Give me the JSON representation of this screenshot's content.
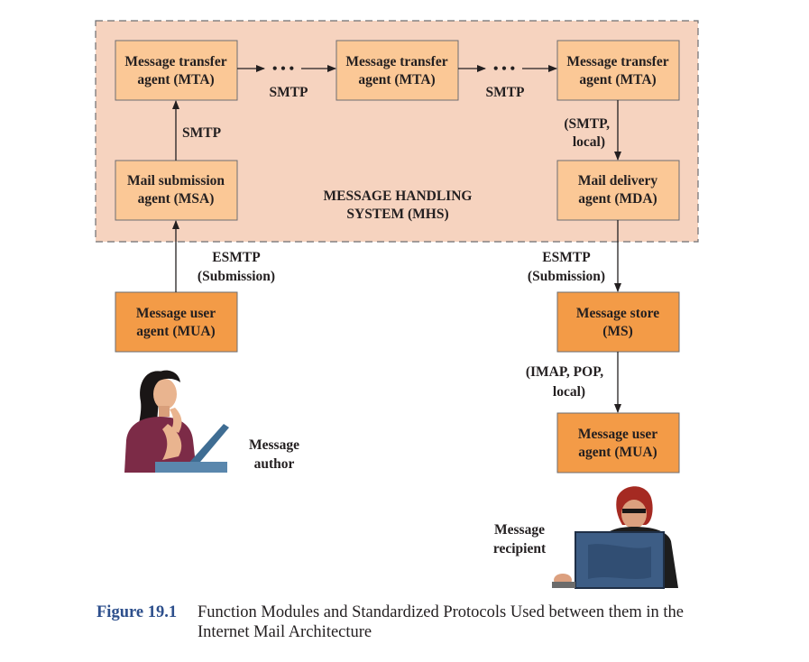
{
  "mhs": {
    "title_line1": "MESSAGE HANDLING",
    "title_line2": "SYSTEM (MHS)"
  },
  "nodes": {
    "mta1": {
      "line1": "Message transfer",
      "line2": "agent (MTA)"
    },
    "mta2": {
      "line1": "Message transfer",
      "line2": "agent (MTA)"
    },
    "mta3": {
      "line1": "Message transfer",
      "line2": "agent (MTA)"
    },
    "msa": {
      "line1": "Mail submission",
      "line2": "agent (MSA)"
    },
    "mda": {
      "line1": "Mail delivery",
      "line2": "agent (MDA)"
    },
    "mua_author": {
      "line1": "Message user",
      "line2": "agent (MUA)"
    },
    "ms": {
      "line1": "Message store",
      "line2": "(MS)"
    },
    "mua_recipient": {
      "line1": "Message user",
      "line2": "agent (MUA)"
    }
  },
  "edges": {
    "mta1_mta2": {
      "label": "SMTP",
      "dots": "• • •"
    },
    "mta2_mta3": {
      "label": "SMTP",
      "dots": "• • •"
    },
    "msa_mta1": {
      "label": "SMTP"
    },
    "mta3_mda": {
      "line1": "(SMTP,",
      "line2": "local)"
    },
    "mua_msa": {
      "line1": "ESMTP",
      "line2": "(Submission)"
    },
    "mda_ms": {
      "line1": "ESMTP",
      "line2": "(Submission)"
    },
    "ms_mua": {
      "line1": "(IMAP, POP,",
      "line2": "local)"
    }
  },
  "people": {
    "author": {
      "line1": "Message",
      "line2": "author"
    },
    "recipient": {
      "line1": "Message",
      "line2": "recipient"
    }
  },
  "caption": {
    "label": "Figure 19.1",
    "text": "Function Modules and Standardized Protocols Used between them in the Internet Mail Architecture"
  },
  "colors": {
    "mhs_fill": "#f6d3bf",
    "light_box": "#fbc896",
    "dark_box": "#f39b47",
    "caption_label": "#2d4f8c"
  }
}
